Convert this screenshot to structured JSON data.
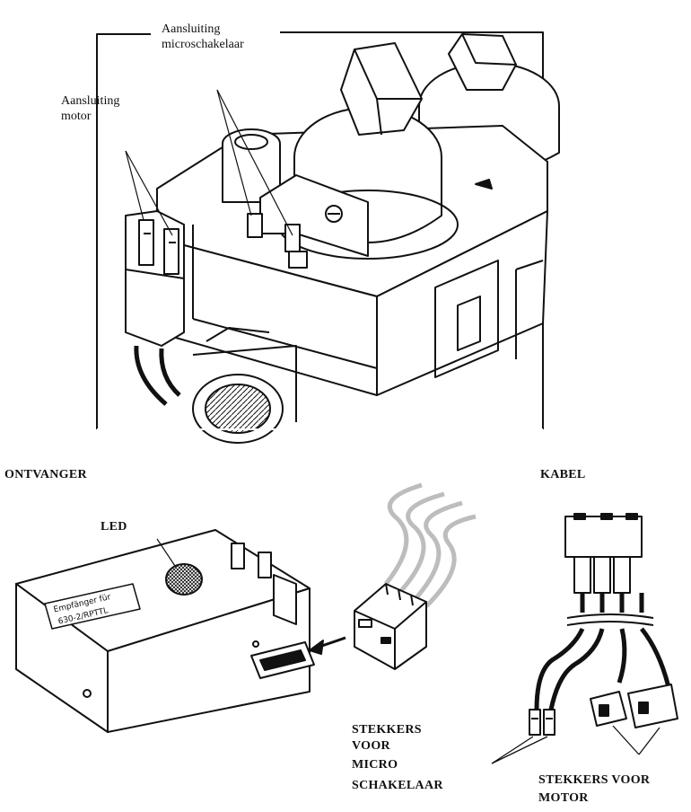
{
  "labels": {
    "connection_micro_line1": "Aansluiting",
    "connection_micro_line2": "microschakelaar",
    "connection_motor_line1": "Aansluiting",
    "connection_motor_line2": "motor",
    "receiver": "ONTVANGER",
    "cable": "KABEL",
    "led": "LED",
    "plugs_micro_line1": "STEKKERS",
    "plugs_micro_line2": "VOOR",
    "plugs_micro_line3": "MICRO",
    "plugs_micro_line4": "SCHAKELAAR",
    "plugs_motor_line1": "STEKKERS VOOR",
    "plugs_motor_line2": "MOTOR",
    "device_sticker_line1": "Empfänger für",
    "device_sticker_line2": "630-2/RPTTL"
  },
  "colors": {
    "ink": "#111111",
    "paper": "#ffffff",
    "wire_grey": "#bdbdbd",
    "shadow": "#444444"
  }
}
